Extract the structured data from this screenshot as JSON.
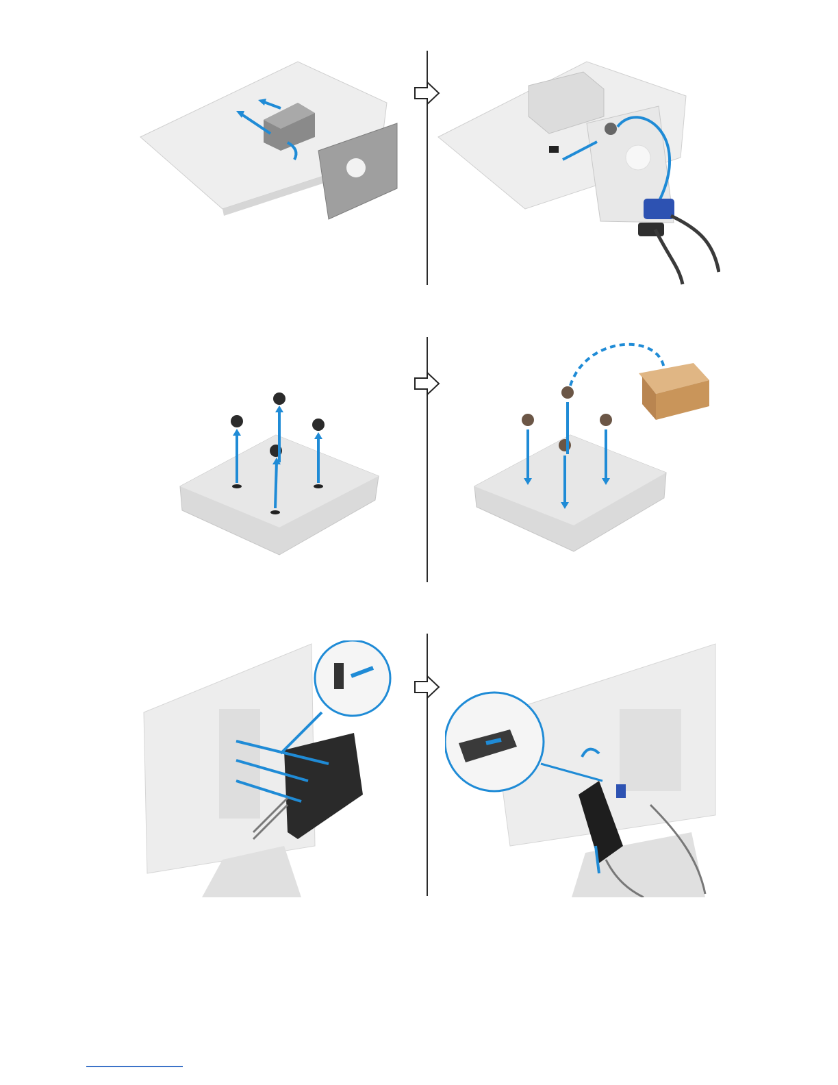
{
  "document": {
    "steps": [
      {
        "id": "step-1",
        "left_illustration": "monitor-stand-removal",
        "right_illustration": "monitor-cable-routing",
        "transition_icon": "next-step-arrow-icon"
      },
      {
        "id": "step-2",
        "left_illustration": "thin-client-screw-removal",
        "right_illustration": "thin-client-screw-install",
        "transition_icon": "next-step-arrow-icon"
      },
      {
        "id": "step-3",
        "left_illustration": "thin-client-mount-to-monitor",
        "right_illustration": "thin-client-cable-cover",
        "transition_icon": "next-step-arrow-icon"
      }
    ],
    "colors": {
      "accent_blue": "#1f8bd6",
      "device_gray": "#c9c9c9",
      "dark_device": "#2a2a2a",
      "box_brown": "#c9955a",
      "divider": "#2b2b2b",
      "footer_rule": "#3c73c8"
    }
  }
}
